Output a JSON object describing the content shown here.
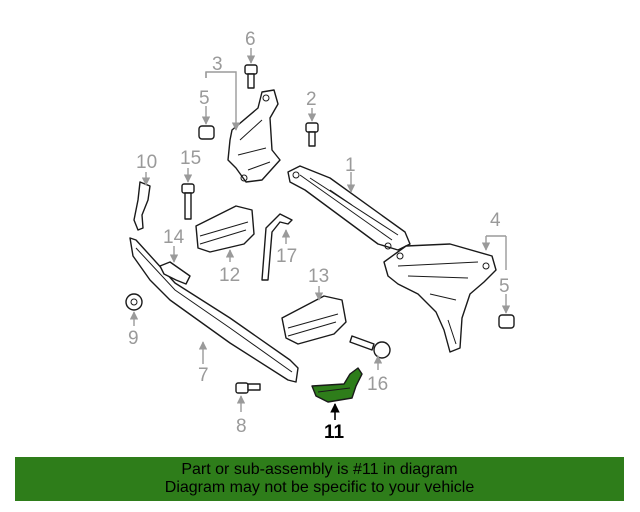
{
  "highlight_color": "#2e7d1a",
  "labels": {
    "l1": "1",
    "l2": "2",
    "l3": "3",
    "l4": "4",
    "l5a": "5",
    "l5b": "5",
    "l6": "6",
    "l7": "7",
    "l8": "8",
    "l9": "9",
    "l10": "10",
    "l11": "11",
    "l12": "12",
    "l13": "13",
    "l14": "14",
    "l15": "15",
    "l16": "16",
    "l17": "17"
  },
  "footer": {
    "line1": "Part or sub-assembly is #11 in diagram",
    "line2": "Diagram may not be specific to your vehicle"
  }
}
